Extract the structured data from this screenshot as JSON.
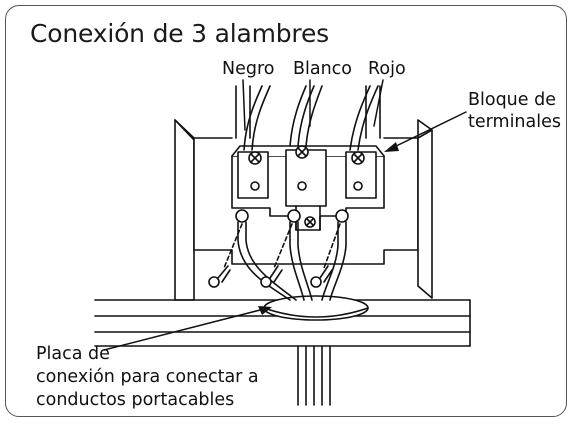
{
  "title": "Conexión de 3 alambres",
  "labels": {
    "negro": "Negro",
    "blanco": "Blanco",
    "rojo": "Rojo",
    "bloque_line1": "Bloque de",
    "bloque_line2": "terminales",
    "placa_line1": "Placa de",
    "placa_line2": "conexión para conectar a",
    "placa_line3": "conductos portacables"
  }
}
